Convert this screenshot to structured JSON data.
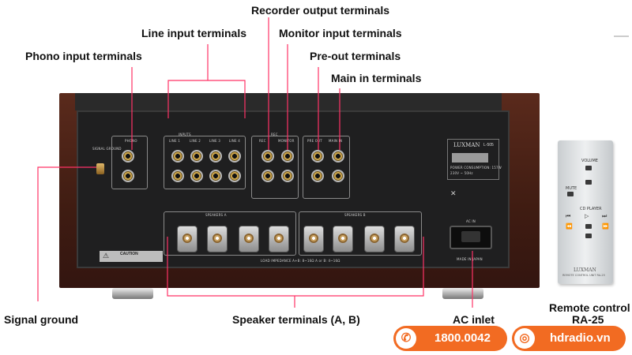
{
  "labels": {
    "recorder_output": "Recorder output terminals",
    "line_input": "Line input terminals",
    "monitor_input": "Monitor input terminals",
    "phono_input": "Phono input terminals",
    "pre_out": "Pre-out terminals",
    "main_in": "Main in terminals",
    "signal_ground": "Signal ground",
    "speaker_terminals": "Speaker terminals (A, B)",
    "ac_inlet": "AC inlet",
    "remote_line1": "Remote control",
    "remote_line2": "RA-25"
  },
  "panel_text": {
    "phono": "PHONO",
    "inputs": "INPUTS",
    "line1": "LINE 1",
    "line2": "LINE 2",
    "line3": "LINE 3",
    "line4": "LINE 4",
    "rec": "REC",
    "rec_out": "REC",
    "monitor": "MONITOR",
    "pre_out": "PRE OUT",
    "main_in": "MAIN IN",
    "brand": "LUXMAN",
    "model": "L-505",
    "speakers_a": "SPEAKERS A",
    "speakers_b": "SPEAKERS B",
    "signal_ground": "SIGNAL GROUND",
    "load_impedance": "LOAD IMPEDANCE  A+B: 8~16Ω  A or B: 4~16Ω",
    "caution": "CAUTION",
    "ac_in": "AC IN",
    "made_in": "MADE IN JAPAN",
    "power_consumption": "POWER CONSUMPTION: 157W",
    "voltage": "230V ~ 50Hz"
  },
  "remote": {
    "volume": "VOLUME",
    "mute": "MUTE",
    "cd_player": "CD PLAYER",
    "brand": "LUXMAN",
    "model": "REMOTE CONTROL UNIT RA-25"
  },
  "contact": {
    "phone": "1800.0042",
    "website": "hdradio.vn"
  },
  "colors": {
    "accent": "#f26b22",
    "pointer_line": "#ff3366",
    "wood": "#4a2216",
    "panel": "#1f1f20"
  },
  "icons": [
    "phone-icon",
    "globe-icon"
  ]
}
